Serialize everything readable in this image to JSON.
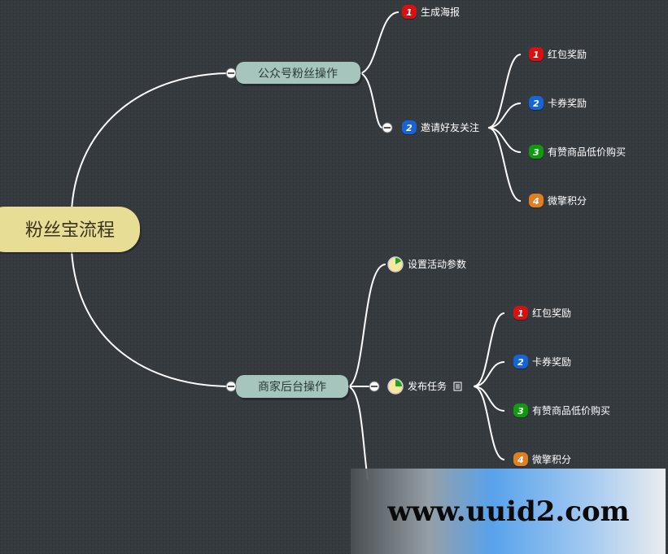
{
  "root": {
    "label": "粉丝宝流程",
    "color": "#e8dd94"
  },
  "branches": [
    {
      "label": "公众号粉丝操作",
      "color": "#a6c6bd",
      "children": [
        {
          "label": "生成海报",
          "icon": "priority-1-icon",
          "badge": "1"
        },
        {
          "label": "邀请好友关注",
          "icon": "priority-2-icon",
          "badge": "2",
          "children": [
            {
              "label": "红包奖励",
              "badge": "1"
            },
            {
              "label": "卡券奖励",
              "badge": "2"
            },
            {
              "label": "有赞商品低价购买",
              "badge": "3"
            },
            {
              "label": "微擎积分",
              "badge": "4"
            }
          ]
        }
      ]
    },
    {
      "label": "商家后台操作",
      "color": "#a6c6bd",
      "children": [
        {
          "label": "设置活动参数",
          "icon": "progress-pie-icon"
        },
        {
          "label": "发布任务",
          "icon": "progress-pie-icon",
          "has_note": true,
          "children": [
            {
              "label": "红包奖励",
              "badge": "1"
            },
            {
              "label": "卡券奖励",
              "badge": "2"
            },
            {
              "label": "有赞商品低价购买",
              "badge": "3"
            },
            {
              "label": "微擎积分",
              "badge": "4"
            }
          ]
        }
      ]
    }
  ],
  "badge_colors": {
    "1": "#d81010",
    "2": "#1565d8",
    "3": "#109a10",
    "4": "#e07e20"
  },
  "watermark": "www.uuid2.com"
}
